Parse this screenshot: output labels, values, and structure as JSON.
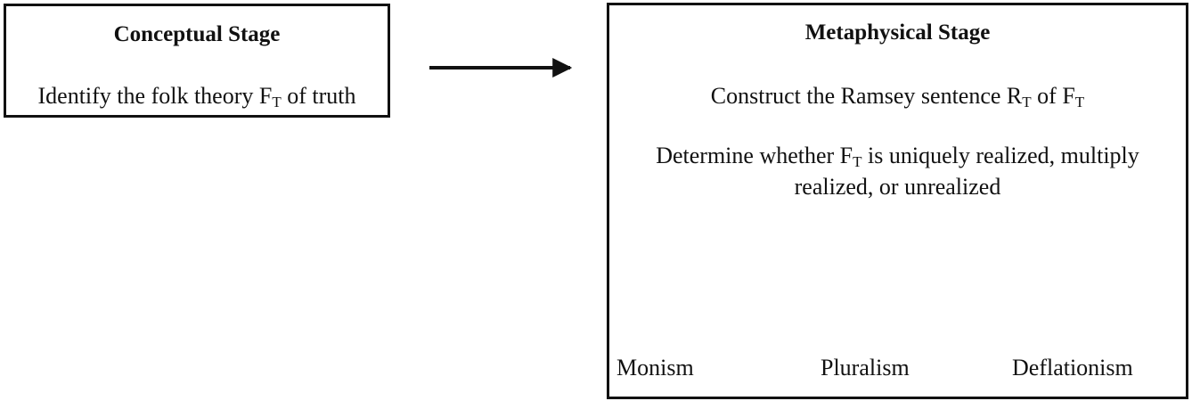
{
  "conceptual": {
    "title": "Conceptual Stage",
    "line_prefix": "Identify the folk theory F",
    "line_sub": "T",
    "line_suffix": " of truth"
  },
  "metaphysical": {
    "title": "Metaphysical Stage",
    "step1": {
      "prefix": "Construct the Ramsey sentence R",
      "sub1": "T",
      "mid": " of F",
      "sub2": "T"
    },
    "step2": {
      "prefix": "Determine whether F",
      "sub": "T",
      "suffix": " is uniquely realized, multiply",
      "line2": "realized, or unrealized"
    },
    "outcomes": {
      "left": "Monism",
      "center": "Pluralism",
      "right": "Deflationism"
    }
  }
}
